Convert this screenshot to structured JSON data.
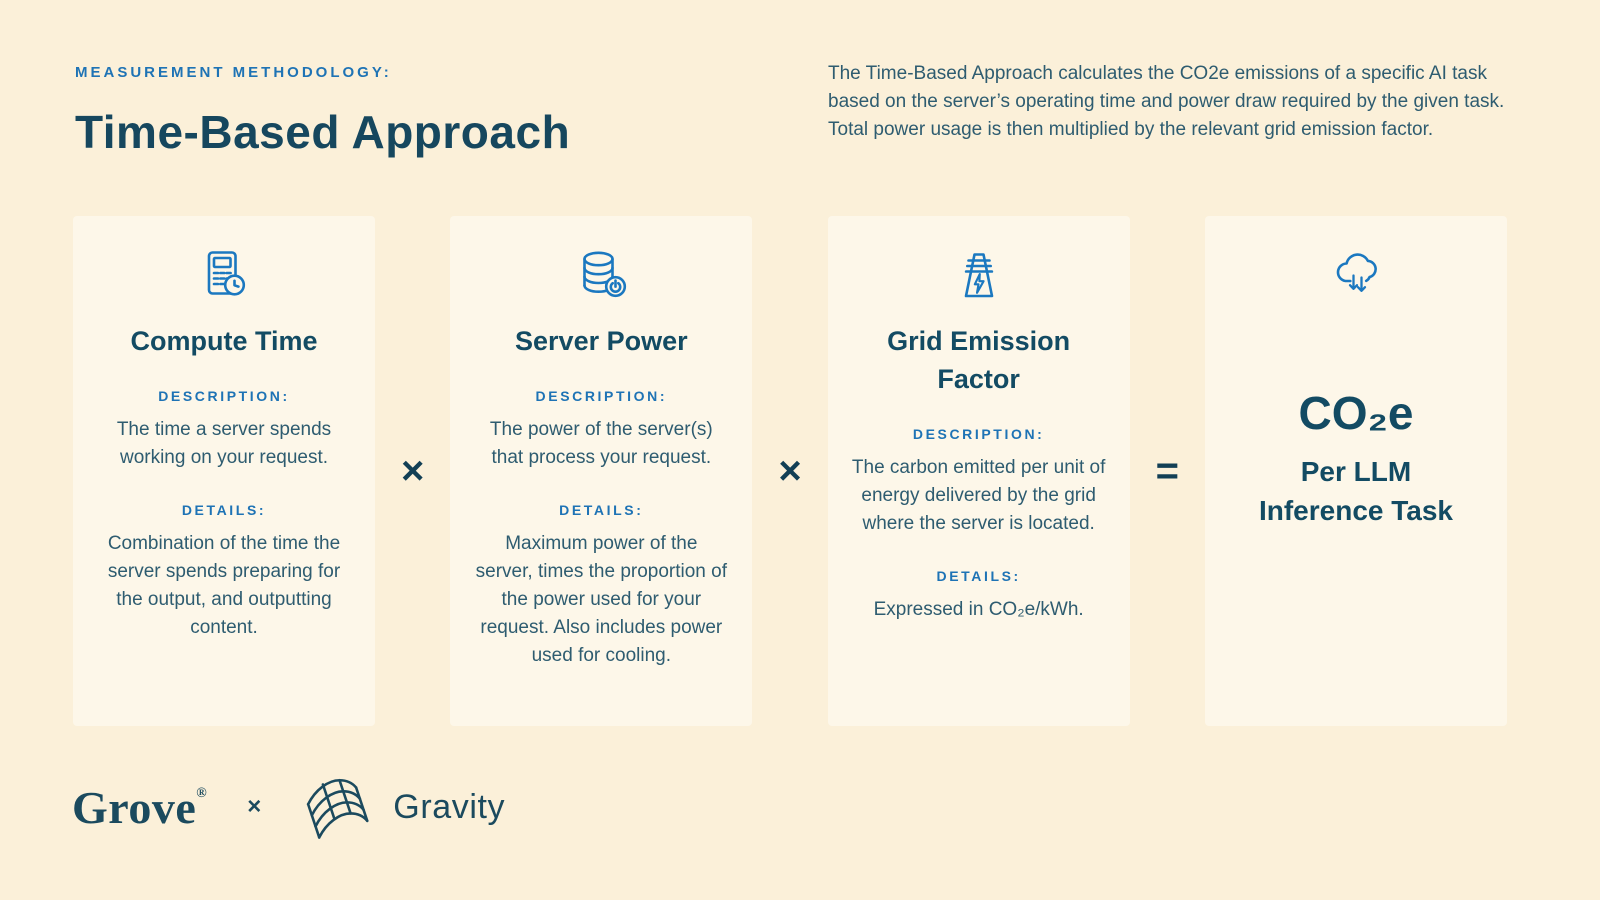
{
  "header": {
    "eyebrow": "MEASUREMENT METHODOLOGY:",
    "title": "Time-Based Approach",
    "intro": "The Time-Based Approach calculates the CO2e emissions of a specific AI task based on the server’s operating time and power draw required by the given task. Total power usage is then multiplied by the relevant grid emission factor."
  },
  "colors": {
    "background": "#FBF0D9",
    "card_background": "#FDF7E9",
    "heading_teal": "#134B63",
    "body_text": "#2E5C70",
    "accent_blue": "#1E73B5",
    "icon_blue": "#1B78C0",
    "logo_teal": "#1B4A5E"
  },
  "cards": [
    {
      "icon": "calculator-clock-icon",
      "title": "Compute Time",
      "description_label": "DESCRIPTION:",
      "description": "The time a server spends working on your request.",
      "details_label": "DETAILS:",
      "details": "Combination of the time the server spends preparing for the output, and outputting content."
    },
    {
      "icon": "server-power-icon",
      "title": "Server Power",
      "description_label": "DESCRIPTION:",
      "description": "The power of the server(s) that process your request.",
      "details_label": "DETAILS:",
      "details": "Maximum power of the server, times the proportion of the power used for your request. Also includes power used for cooling."
    },
    {
      "icon": "transmission-tower-icon",
      "title": "Grid Emission Factor",
      "description_label": "DESCRIPTION:",
      "description": "The carbon emitted per unit of energy delivered by the grid where the server is located.",
      "details_label": "DETAILS:",
      "details": "Expressed in CO₂e/kWh."
    }
  ],
  "result_card": {
    "icon": "cloud-arrows-icon",
    "title": "CO₂e",
    "subtitle_line1": "Per LLM",
    "subtitle_line2": "Inference Task"
  },
  "operators": {
    "multiply": "×",
    "equals": "="
  },
  "footer": {
    "grove_wordmark": "Grove",
    "registered_mark": "®",
    "collab_cross": "×",
    "gravity_logo": "wavy-checkered-flag-icon",
    "gravity_wordmark": "Gravity"
  }
}
